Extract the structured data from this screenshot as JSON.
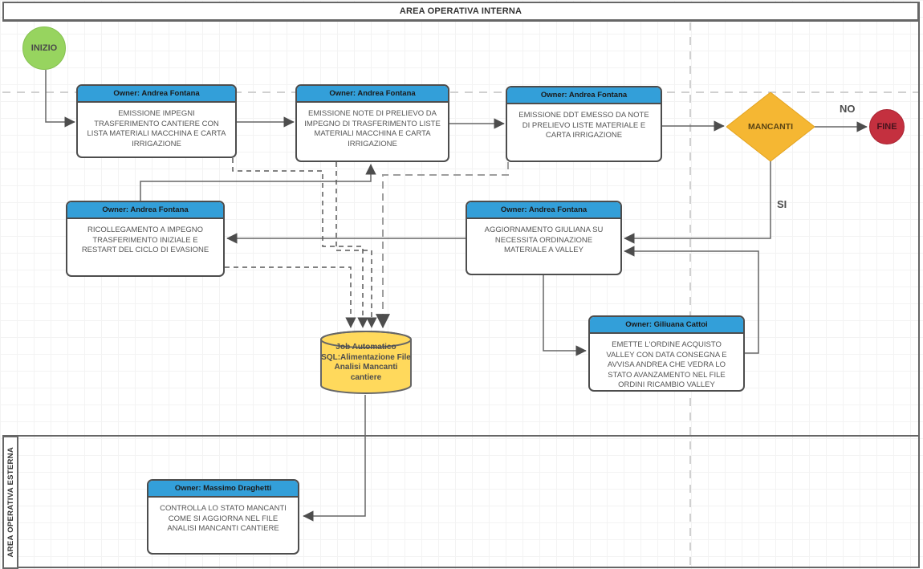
{
  "pool": {
    "title": "AREA OPERATIVA INTERNA"
  },
  "lanes": {
    "external_label": "AREA OPERATIVA ESTERNA"
  },
  "nodes": {
    "start": {
      "label": "INIZIO"
    },
    "end": {
      "label": "FINE"
    },
    "decision": {
      "label": "MANCANTI"
    },
    "datastore": {
      "label": "Job Automatico SQL:Alimentazione File Analisi Mancanti cantiere"
    },
    "boxes": [
      {
        "owner": "Owner: Andrea Fontana",
        "text": "EMISSIONE IMPEGNI TRASFERIMENTO CANTIERE CON LISTA MATERIALI MACCHINA E CARTA IRRIGAZIONE"
      },
      {
        "owner": "Owner: Andrea Fontana",
        "text": "EMISSIONE NOTE DI PRELIEVO DA IMPEGNO DI TRASFERIMENTO LISTE MATERIALI MACCHINA E CARTA IRRIGAZIONE"
      },
      {
        "owner": "Owner: Andrea Fontana",
        "text": "EMISSIONE DDT EMESSO DA NOTE DI PRELIEVO LISTE MATERIALE E CARTA IRRIGAZIONE"
      },
      {
        "owner": "Owner: Andrea Fontana",
        "text": "RICOLLEGAMENTO A IMPEGNO TRASFERIMENTO INIZIALE E RESTART DEL CICLO DI EVASIONE"
      },
      {
        "owner": "Owner: Andrea Fontana",
        "text": "AGGIORNAMENTO GIULIANA SU NECESSITA ORDINAZIONE MATERIALE A VALLEY"
      },
      {
        "owner": "Owner: Giliuana Cattoi",
        "text": "EMETTE L'ORDINE ACQUISTO VALLEY CON DATA CONSEGNA E AVVISA ANDREA CHE VEDRA LO STATO AVANZAMENTO NEL FILE ORDINI RICAMBIO VALLEY"
      },
      {
        "owner": "Owner: Massimo Draghetti",
        "text": "CONTROLLA LO STATO MANCANTI COME SI AGGIORNA NEL FILE ANALISI MANCANTI CANTIERE"
      }
    ]
  },
  "edge_labels": {
    "no": "NO",
    "si": "SI"
  },
  "colors": {
    "header_blue": "#339fd9",
    "start_green": "#97d45f",
    "end_red": "#c4303f",
    "decision_yellow": "#f5b733",
    "datastore_yellow": "#ffd95c",
    "line_grey": "#666666"
  }
}
